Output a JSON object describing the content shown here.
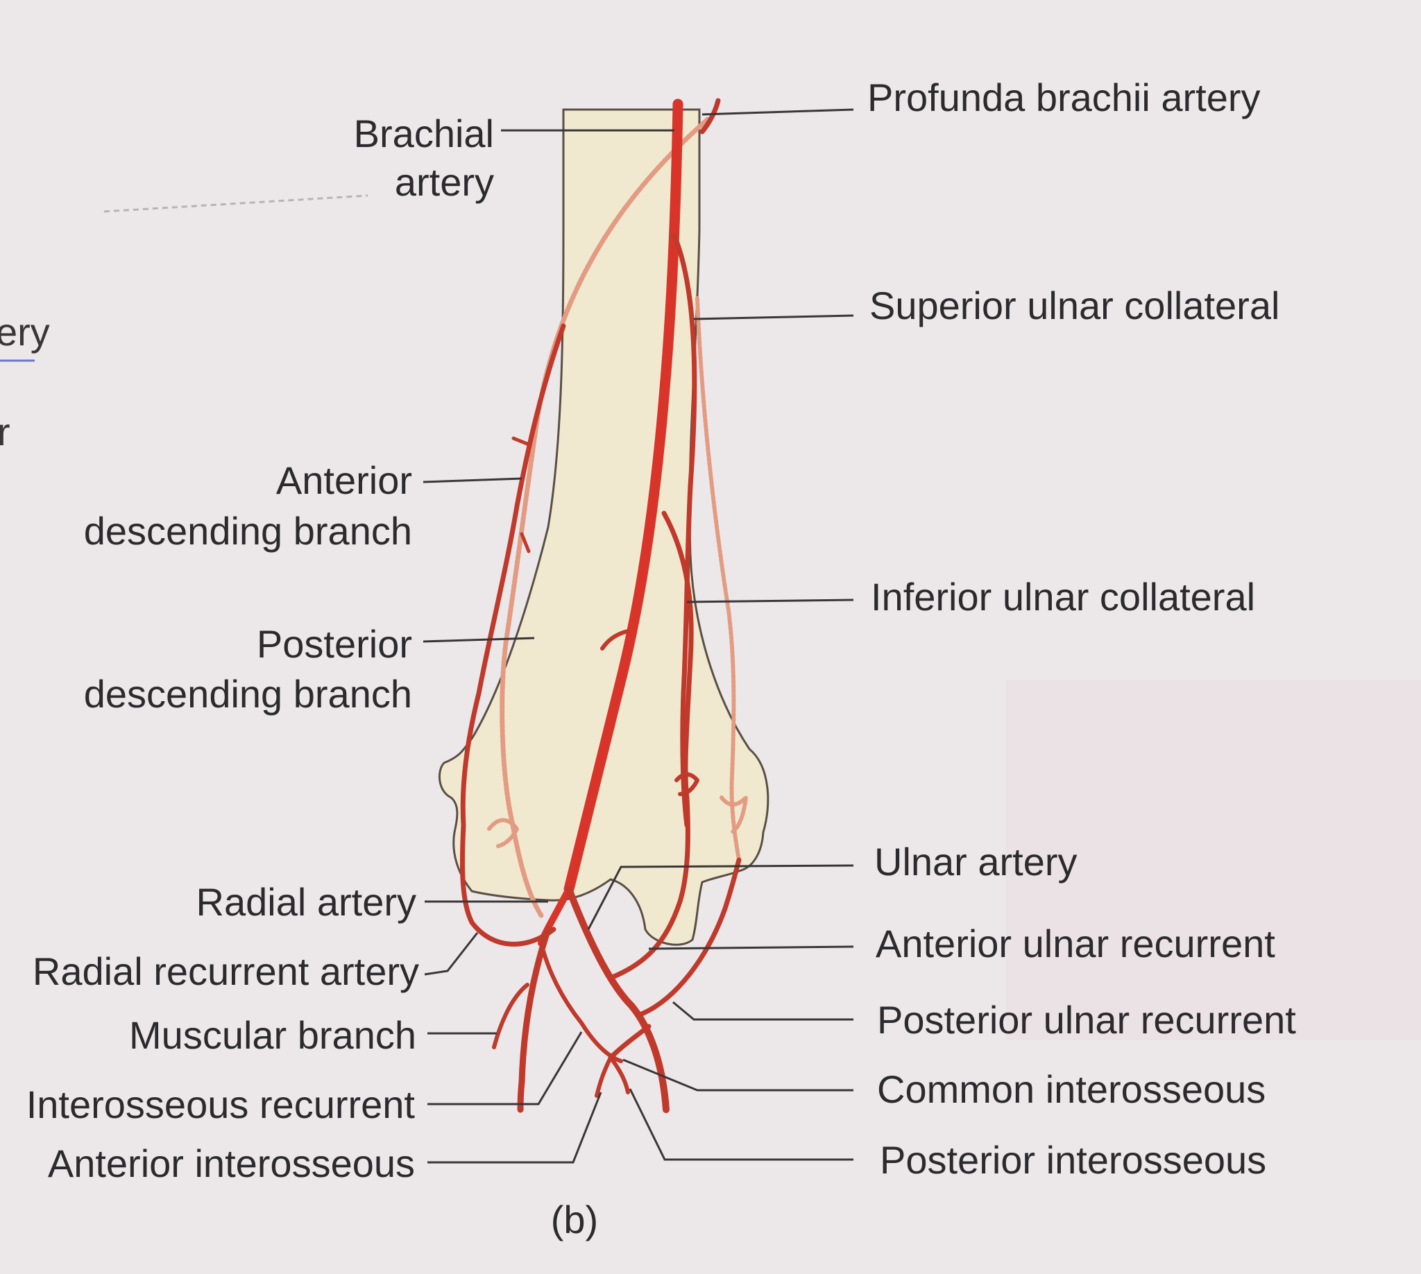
{
  "colors": {
    "page": "#ece8ea",
    "bone": "#f1e9cf",
    "artery": "#c0392b",
    "artery_bright": "#d9342a",
    "artery_posterior": "#e39b82",
    "text": "#2c2a2c"
  },
  "labels": {
    "brachial_1": "Brachial",
    "brachial_2": "artery",
    "profunda": "Profunda brachii artery",
    "superior_ulnar": "Superior ulnar collateral",
    "anterior_desc_1": "Anterior",
    "anterior_desc_2": "descending branch",
    "posterior_desc_1": "Posterior",
    "posterior_desc_2": "descending branch",
    "inferior_ulnar": "Inferior ulnar collateral",
    "ulnar_artery": "Ulnar artery",
    "radial_artery": "Radial artery",
    "radial_recurrent": "Radial recurrent artery",
    "anterior_ulnar_recurrent": "Anterior ulnar recurrent",
    "muscular_branch": "Muscular branch",
    "posterior_ulnar_recurrent": "Posterior ulnar recurrent",
    "interosseous_recurrent": "Interosseous recurrent",
    "common_interosseous": "Common interosseous",
    "anterior_interosseous": "Anterior interosseous",
    "posterior_interosseous": "Posterior interosseous",
    "caption": "(b)",
    "edge_fragment_1": "ery",
    "edge_fragment_2": "r"
  }
}
